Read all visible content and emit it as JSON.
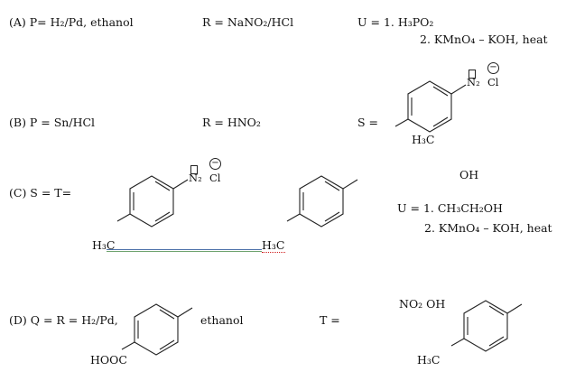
{
  "optionA": {
    "label": "(A) P= H₂/Pd, ethanol",
    "r": "R = NaNO₂/HCl",
    "u1": "U = 1. H₃PO₂",
    "u2": "2. KMnO₄ – KOH, heat"
  },
  "optionB": {
    "label": "(B) P = Sn/HCl",
    "r": "R = HNO₂",
    "s": "S =",
    "n2": "N₂",
    "cl": "Cl",
    "charge": "−",
    "h3c": "H₃C"
  },
  "optionC": {
    "label": "(C) S = T=",
    "n2": "N₂",
    "cl": "Cl",
    "charge": "−",
    "oh": "OH",
    "u1": "U = 1. CH₃CH₂OH",
    "u2": "2. KMnO₄ – KOH, heat",
    "h3c_left": "H₃C",
    "h3c_right": "H₃C"
  },
  "optionD": {
    "label": "(D) Q = R = H₂/Pd,",
    "ethanol": "ethanol",
    "hooc": "HOOC",
    "t": "T =",
    "no2oh": "NO₂ OH",
    "h3c": "H₃C"
  }
}
